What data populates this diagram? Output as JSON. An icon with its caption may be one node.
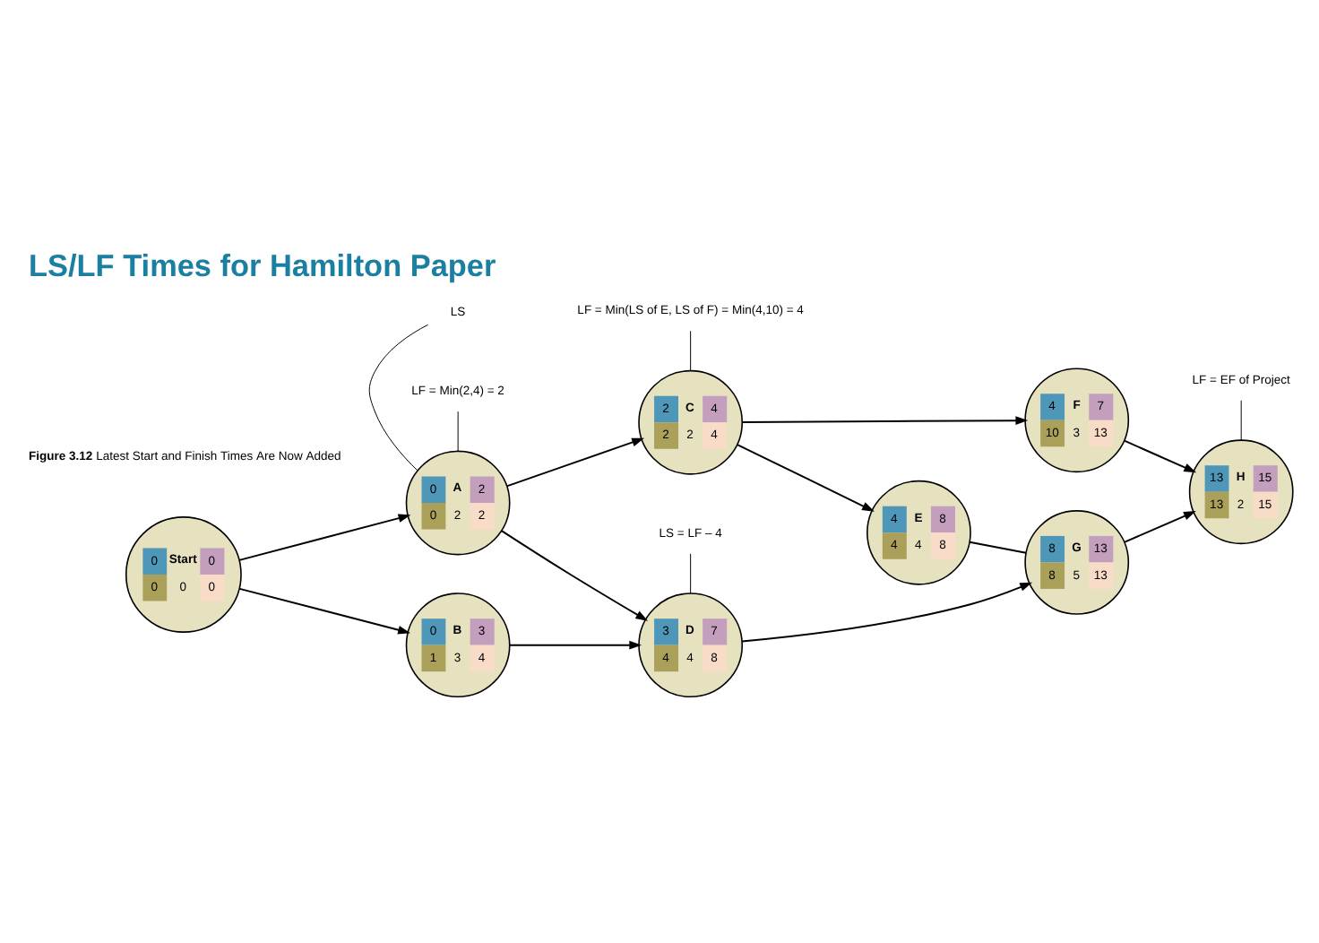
{
  "diagram": {
    "title": "LS/LF Times for Hamilton Paper",
    "caption": "**Figure 3.12** Latest Start and Finish Times Are Now Added",
    "nodes": [
      {
        "text": [
          "0",
          "Start",
          "0",
          "0",
          "0",
          "0"
        ]
      },
      {
        "text": [
          "0",
          "A",
          "2",
          "0",
          "2",
          "2"
        ]
      },
      {
        "text": [
          "0",
          "B",
          "3",
          "1",
          "3",
          "4"
        ]
      },
      {
        "text": [
          "2",
          "C",
          "4",
          "2",
          "2",
          "4"
        ]
      },
      {
        "text": [
          "3",
          "D",
          "7",
          "4",
          "4",
          "8"
        ]
      },
      {
        "text": [
          "4",
          "E",
          "8",
          "4",
          "4",
          "8"
        ]
      },
      {
        "text": [
          "4",
          "F",
          "7",
          "10",
          "3",
          "13"
        ]
      },
      {
        "text": [
          "8",
          "G",
          "13",
          "8",
          "5",
          "13"
        ]
      },
      {
        "text": [
          "13",
          "H",
          "15",
          "13",
          "2",
          "15"
        ]
      },
      {
        "text": [
          "LS"
        ]
      },
      {
        "text": [
          "LF = Min(2,4) = 2"
        ]
      },
      {
        "text": [
          "LF = Min(LS of E, LS of F) = Min(4,10) = 4"
        ]
      },
      {
        "text": [
          "LS = LF – 4"
        ]
      },
      {
        "text": [
          "LF = EF of Project"
        ]
      }
    ],
    "edges": [
      {
        "from": 0,
        "to": 1,
        "arrow": "to"
      },
      {
        "from": 0,
        "to": 2,
        "arrow": "to"
      },
      {
        "from": 1,
        "to": 3,
        "arrow": "to"
      },
      {
        "from": 1,
        "to": 4,
        "arrow": "to"
      },
      {
        "from": 2,
        "to": 4,
        "arrow": "to"
      },
      {
        "from": 3,
        "to": 6,
        "arrow": "to"
      },
      {
        "from": 3,
        "to": 5,
        "arrow": "to"
      },
      {
        "from": 4,
        "to": 7,
        "arrow": "to"
      },
      {
        "from": 5,
        "to": 7,
        "arrow": "none"
      },
      {
        "from": 6,
        "to": 8,
        "arrow": "to"
      },
      {
        "from": 7,
        "to": 8,
        "arrow": "to"
      },
      {
        "from": 9,
        "to": 1,
        "arrow": "none"
      },
      {
        "from": 10,
        "to": 1,
        "arrow": "none"
      },
      {
        "from": 11,
        "to": 3,
        "arrow": "none"
      },
      {
        "from": 12,
        "to": 4,
        "arrow": "none"
      },
      {
        "from": 13,
        "to": 8,
        "arrow": "none"
      }
    ]
  }
}
